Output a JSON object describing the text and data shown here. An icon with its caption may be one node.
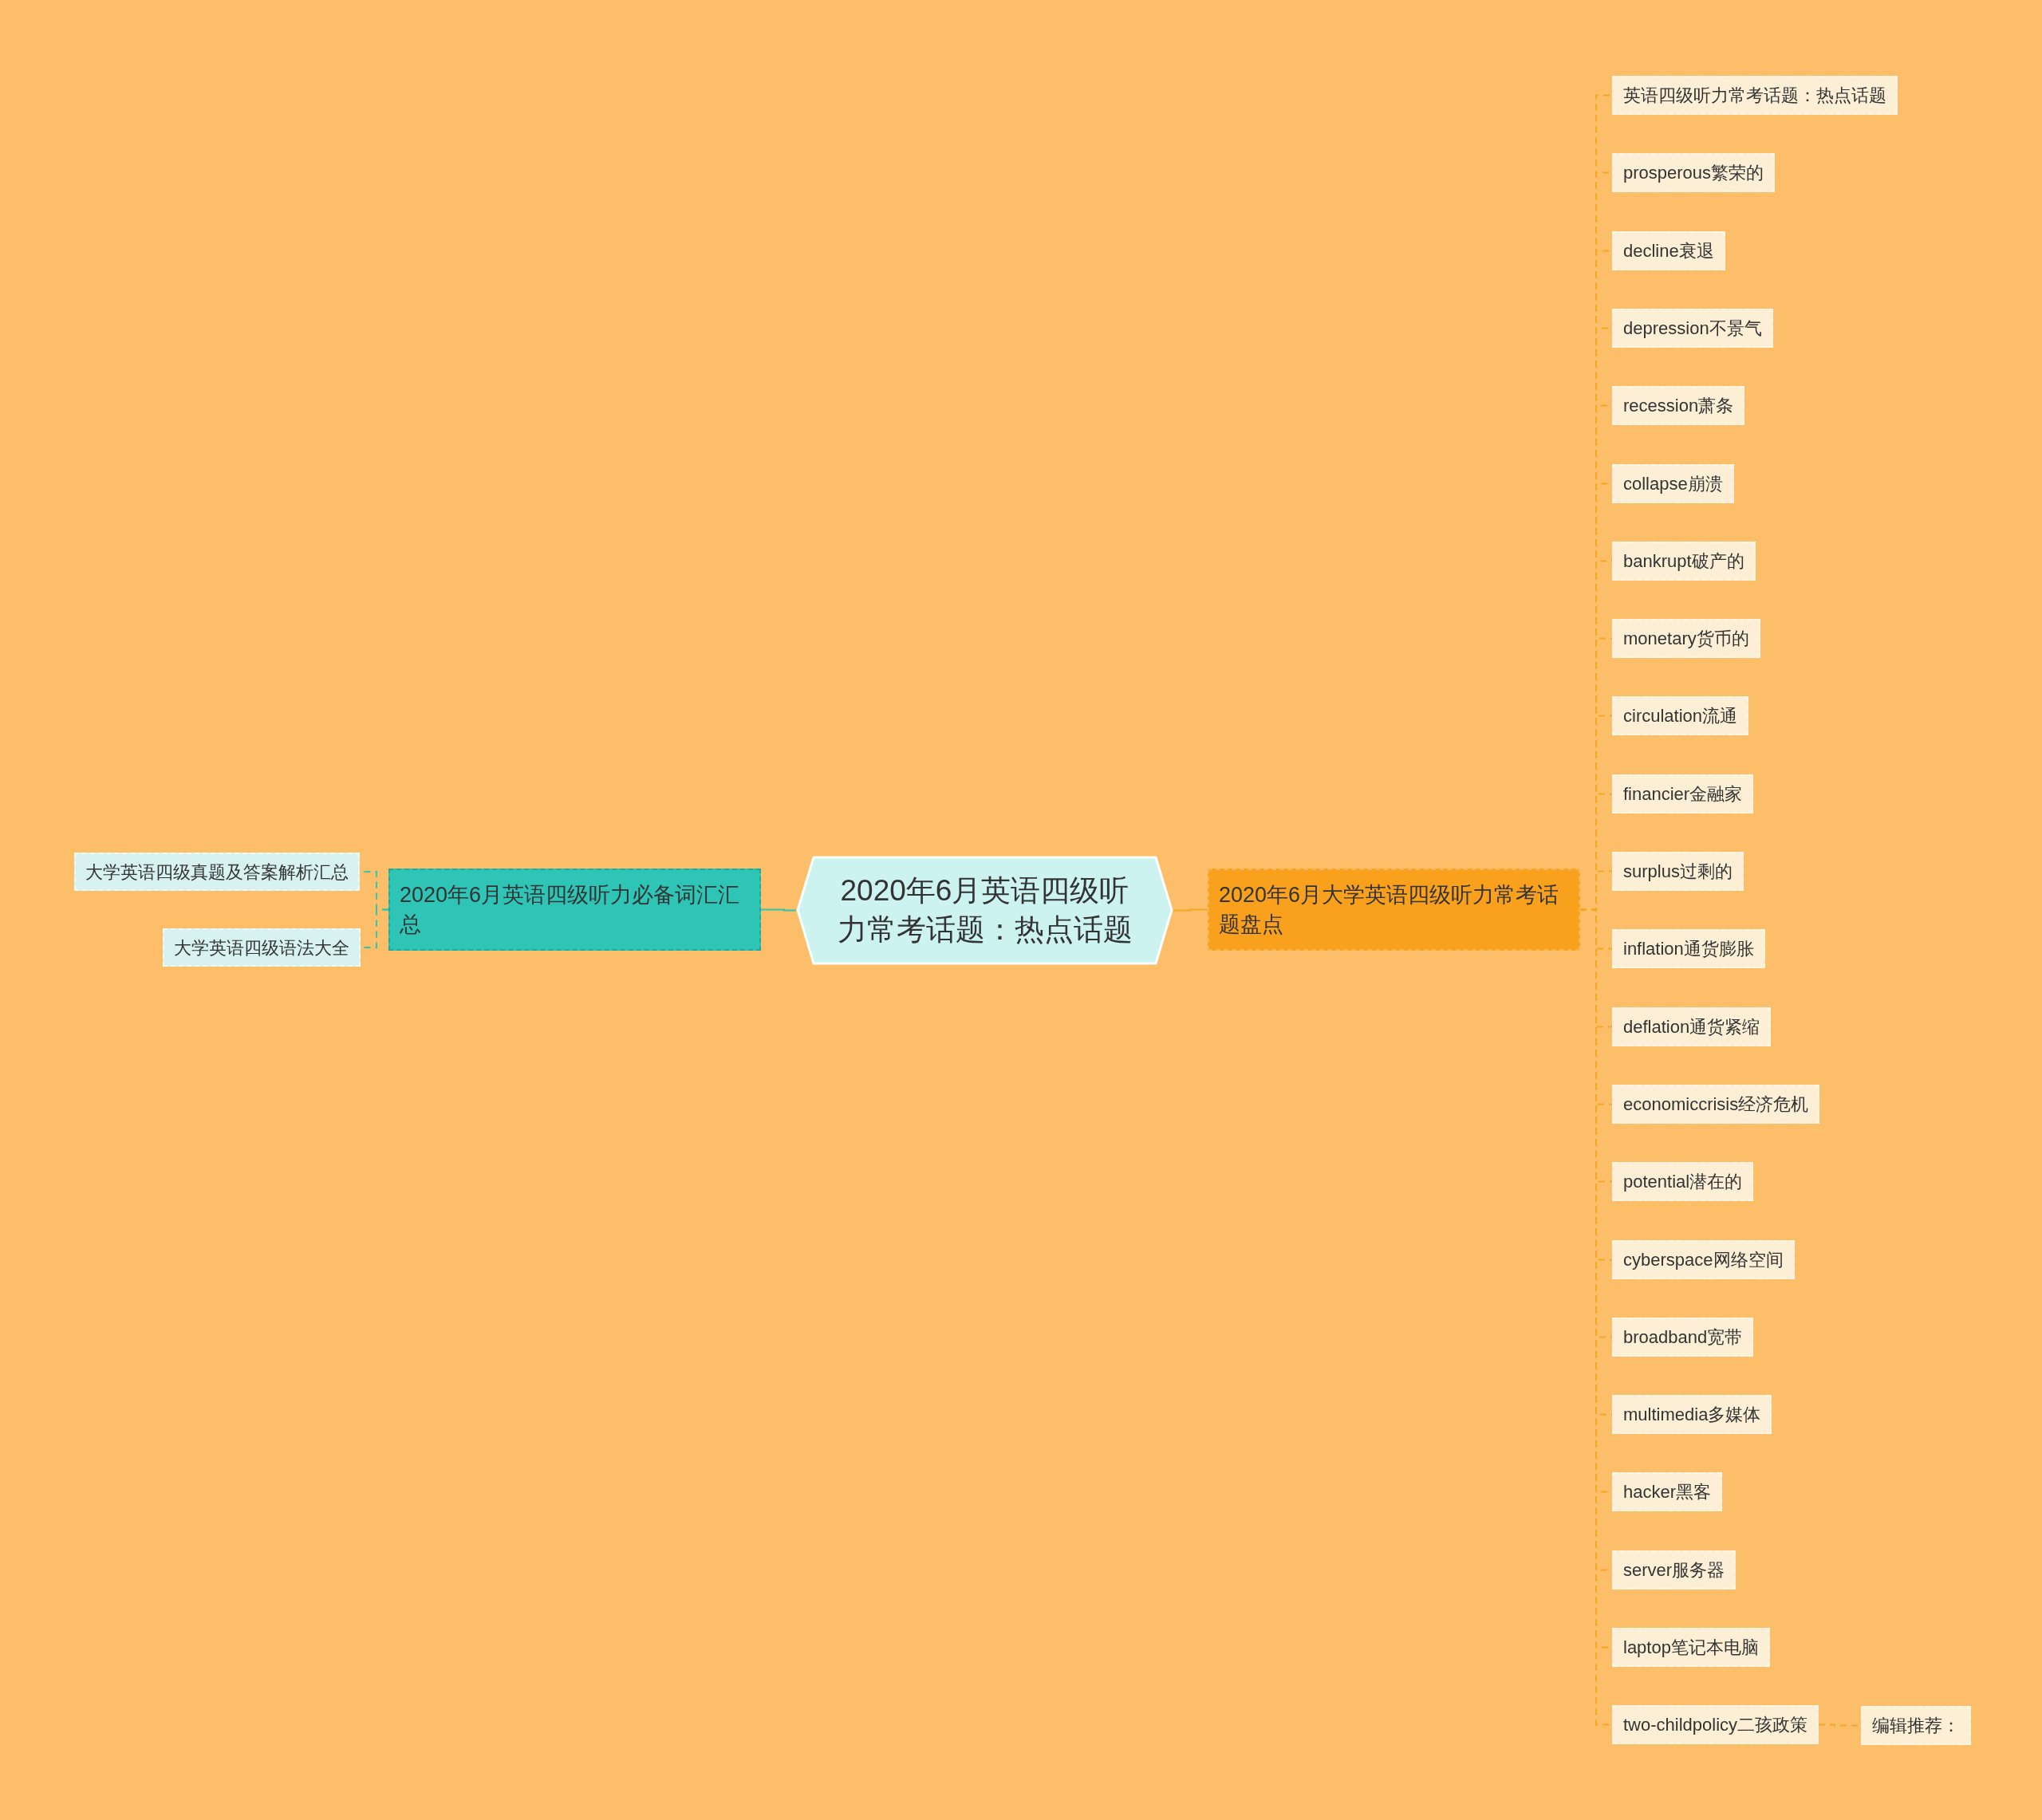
{
  "diagram": {
    "nodes": [
      {
        "text": [
          "2020年6月英语四级听力常考话题：热点话题"
        ]
      },
      {
        "text": [
          "2020年6月英语四级听力必备词汇汇总"
        ]
      },
      {
        "text": [
          "大学英语四级真题及答案解析汇总"
        ]
      },
      {
        "text": [
          "大学英语四级语法大全"
        ]
      },
      {
        "text": [
          "2020年6月大学英语四级听力常考话题盘点"
        ]
      },
      {
        "text": [
          "英语四级听力常考话题：热点话题"
        ]
      },
      {
        "text": [
          "prosperous繁荣的"
        ]
      },
      {
        "text": [
          "decline衰退"
        ]
      },
      {
        "text": [
          "depression不景气"
        ]
      },
      {
        "text": [
          "recession萧条"
        ]
      },
      {
        "text": [
          "collapse崩溃"
        ]
      },
      {
        "text": [
          "bankrupt破产的"
        ]
      },
      {
        "text": [
          "monetary货币的"
        ]
      },
      {
        "text": [
          "circulation流通"
        ]
      },
      {
        "text": [
          "financier金融家"
        ]
      },
      {
        "text": [
          "surplus过剩的"
        ]
      },
      {
        "text": [
          "inflation通货膨胀"
        ]
      },
      {
        "text": [
          "deflation通货紧缩"
        ]
      },
      {
        "text": [
          "economiccrisis经济危机"
        ]
      },
      {
        "text": [
          "potential潜在的"
        ]
      },
      {
        "text": [
          "cyberspace网络空间"
        ]
      },
      {
        "text": [
          "broadband宽带"
        ]
      },
      {
        "text": [
          "multimedia多媒体"
        ]
      },
      {
        "text": [
          "hacker黑客"
        ]
      },
      {
        "text": [
          "server服务器"
        ]
      },
      {
        "text": [
          "laptop笔记本电脑"
        ]
      },
      {
        "text": [
          "two-childpolicy二孩政策"
        ]
      },
      {
        "text": [
          "编辑推荐："
        ]
      }
    ],
    "edges": [
      {
        "from": 0,
        "to": 1,
        "arrow": "none",
        "color": "#2ec4b6"
      },
      {
        "from": 1,
        "to": 2,
        "arrow": "none",
        "style": "dashed",
        "color": "#2ec4b6"
      },
      {
        "from": 1,
        "to": 3,
        "arrow": "none",
        "style": "dashed",
        "color": "#2ec4b6"
      },
      {
        "from": 0,
        "to": 4,
        "arrow": "none"
      },
      {
        "from": 4,
        "to": 5,
        "arrow": "none",
        "style": "dashed"
      },
      {
        "from": 4,
        "to": 6,
        "arrow": "none",
        "style": "dashed"
      },
      {
        "from": 4,
        "to": 7,
        "arrow": "none",
        "style": "dashed"
      },
      {
        "from": 4,
        "to": 8,
        "arrow": "none",
        "style": "dashed"
      },
      {
        "from": 4,
        "to": 9,
        "arrow": "none",
        "style": "dashed"
      },
      {
        "from": 4,
        "to": 10,
        "arrow": "none",
        "style": "dashed"
      },
      {
        "from": 4,
        "to": 11,
        "arrow": "none",
        "style": "dashed"
      },
      {
        "from": 4,
        "to": 12,
        "arrow": "none",
        "style": "dashed"
      },
      {
        "from": 4,
        "to": 13,
        "arrow": "none",
        "style": "dashed"
      },
      {
        "from": 4,
        "to": 14,
        "arrow": "none",
        "style": "dashed"
      },
      {
        "from": 4,
        "to": 15,
        "arrow": "none",
        "style": "dashed"
      },
      {
        "from": 4,
        "to": 16,
        "arrow": "none",
        "style": "dashed"
      },
      {
        "from": 4,
        "to": 17,
        "arrow": "none",
        "style": "dashed"
      },
      {
        "from": 4,
        "to": 18,
        "arrow": "none",
        "style": "dashed"
      },
      {
        "from": 4,
        "to": 19,
        "arrow": "none",
        "style": "dashed"
      },
      {
        "from": 4,
        "to": 20,
        "arrow": "none",
        "style": "dashed"
      },
      {
        "from": 4,
        "to": 21,
        "arrow": "none",
        "style": "dashed"
      },
      {
        "from": 4,
        "to": 22,
        "arrow": "none",
        "style": "dashed"
      },
      {
        "from": 4,
        "to": 23,
        "arrow": "none",
        "style": "dashed"
      },
      {
        "from": 4,
        "to": 24,
        "arrow": "none",
        "style": "dashed"
      },
      {
        "from": 4,
        "to": 25,
        "arrow": "none",
        "style": "dashed"
      },
      {
        "from": 4,
        "to": 26,
        "arrow": "none",
        "style": "dashed"
      },
      {
        "from": 26,
        "to": 27,
        "arrow": "none",
        "style": "dashed"
      }
    ]
  }
}
